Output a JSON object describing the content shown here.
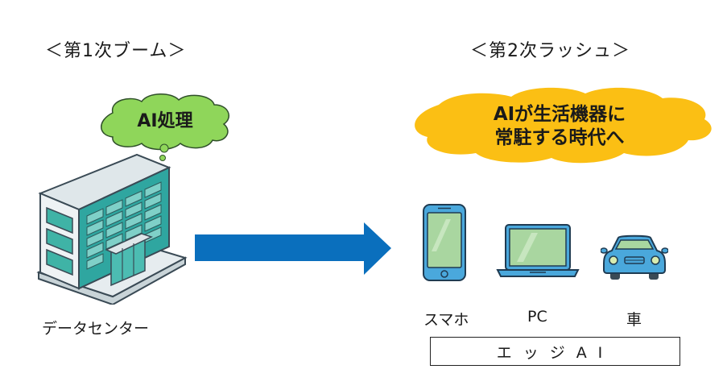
{
  "left_section": {
    "heading": "＜第1次ブーム＞",
    "cloud_text": "AI処理",
    "cloud_color": "#8fd65a",
    "building_label": "データセンター"
  },
  "right_section": {
    "heading": "＜第2次ラッシュ＞",
    "cloud_line1": "AIが生活機器に",
    "cloud_line2": "常駐する時代へ",
    "cloud_color": "#fbbf14",
    "devices": [
      {
        "name": "smartphone",
        "label": "スマホ"
      },
      {
        "name": "pc",
        "label": "PC"
      },
      {
        "name": "car",
        "label": "車"
      }
    ],
    "edge_label": "エッジAI"
  },
  "arrow_color": "#0a6fbd",
  "device_color": "#4aa8dc"
}
